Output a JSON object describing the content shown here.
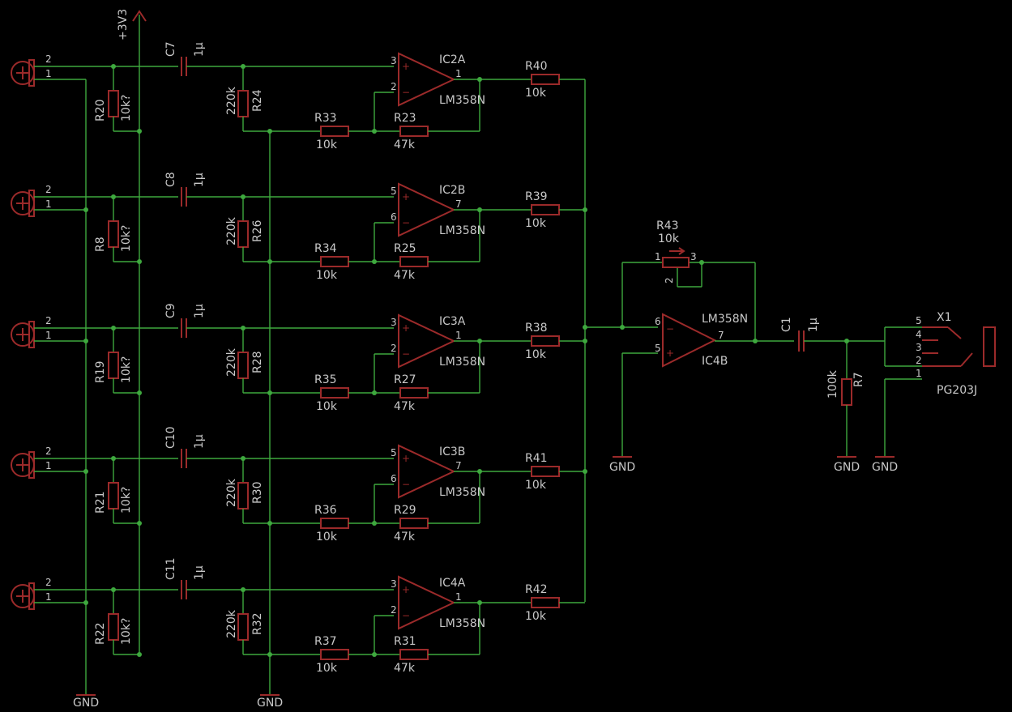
{
  "supply": {
    "vcc": "+3V3",
    "gnd": "GND"
  },
  "channels": [
    {
      "rpull": "R20",
      "rpull_val": "10k?",
      "cap": "C7",
      "cap_val": "1µ",
      "rbias": "R24",
      "rbias_val": "220k",
      "rin": "R33",
      "rin_val": "10k",
      "rfb": "R23",
      "rfb_val": "47k",
      "opamp": "IC2A",
      "opamp_type": "LM358N",
      "pin_p": "3",
      "pin_n": "2",
      "pin_out": "1",
      "rmix": "R40",
      "rmix_val": "10k"
    },
    {
      "rpull": "R8",
      "rpull_val": "10k?",
      "cap": "C8",
      "cap_val": "1µ",
      "rbias": "R26",
      "rbias_val": "220k",
      "rin": "R34",
      "rin_val": "10k",
      "rfb": "R25",
      "rfb_val": "47k",
      "opamp": "IC2B",
      "opamp_type": "LM358N",
      "pin_p": "5",
      "pin_n": "6",
      "pin_out": "7",
      "rmix": "R39",
      "rmix_val": "10k"
    },
    {
      "rpull": "R19",
      "rpull_val": "10k?",
      "cap": "C9",
      "cap_val": "1µ",
      "rbias": "R28",
      "rbias_val": "220k",
      "rin": "R35",
      "rin_val": "10k",
      "rfb": "R27",
      "rfb_val": "47k",
      "opamp": "IC3A",
      "opamp_type": "LM358N",
      "pin_p": "3",
      "pin_n": "2",
      "pin_out": "1",
      "rmix": "R38",
      "rmix_val": "10k"
    },
    {
      "rpull": "R21",
      "rpull_val": "10k?",
      "cap": "C10",
      "cap_val": "1µ",
      "rbias": "R30",
      "rbias_val": "220k",
      "rin": "R36",
      "rin_val": "10k",
      "rfb": "R29",
      "rfb_val": "47k",
      "opamp": "IC3B",
      "opamp_type": "LM358N",
      "pin_p": "5",
      "pin_n": "6",
      "pin_out": "7",
      "rmix": "R41",
      "rmix_val": "10k"
    },
    {
      "rpull": "R22",
      "rpull_val": "10k?",
      "cap": "C11",
      "cap_val": "1µ",
      "rbias": "R32",
      "rbias_val": "220k",
      "rin": "R37",
      "rin_val": "10k",
      "rfb": "R31",
      "rfb_val": "47k",
      "opamp": "IC4A",
      "opamp_type": "LM358N",
      "pin_p": "3",
      "pin_n": "2",
      "pin_out": "1",
      "rmix": "R42",
      "rmix_val": "10k"
    }
  ],
  "jack_pins": {
    "a": "2",
    "b": "1"
  },
  "mixer": {
    "opamp": "IC4B",
    "opamp_type": "LM358N",
    "pin_n": "6",
    "pin_p": "5",
    "pin_out": "7",
    "trim": "R43",
    "trim_val": "10k",
    "trim_p1": "1",
    "trim_p2": "2",
    "trim_p3": "3"
  },
  "output": {
    "cap": "C1",
    "cap_val": "1µ",
    "rload": "R7",
    "rload_val": "100k",
    "jack": "X1",
    "jack_type": "PG203J",
    "jack_pins": [
      "5",
      "4",
      "3",
      "2",
      "1"
    ]
  }
}
